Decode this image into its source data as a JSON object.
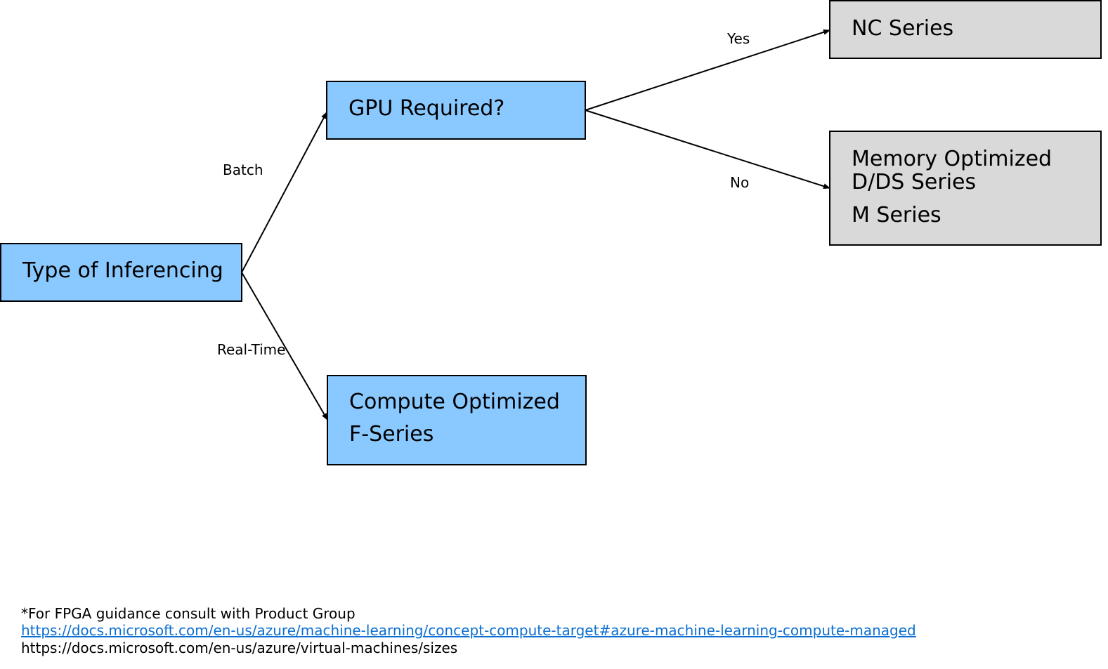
{
  "nodes": {
    "type_of_inferencing": {
      "label": "Type of Inferencing"
    },
    "gpu_required": {
      "label": "GPU Required?"
    },
    "compute_optimized": {
      "line1": "Compute Optimized",
      "line2": "F-Series"
    },
    "nc_series": {
      "label": "NC Series"
    },
    "memory_optimized": {
      "line1": "Memory Optimized",
      "line2": "D/DS Series",
      "line3": "M Series"
    }
  },
  "edges": {
    "batch": "Batch",
    "real_time": "Real-Time",
    "yes": "Yes",
    "no": "No"
  },
  "footer": {
    "note": "*For FPGA guidance consult with Product Group",
    "link1": "https://docs.microsoft.com/en-us/azure/machine-learning/concept-compute-target#azure-machine-learning-compute-managed",
    "link2": "https://docs.microsoft.com/en-us/azure/virtual-machines/sizes"
  },
  "colors": {
    "decision_box": "#89c9ff",
    "result_box": "#d9d9d9",
    "link": "#0b6fd1"
  }
}
